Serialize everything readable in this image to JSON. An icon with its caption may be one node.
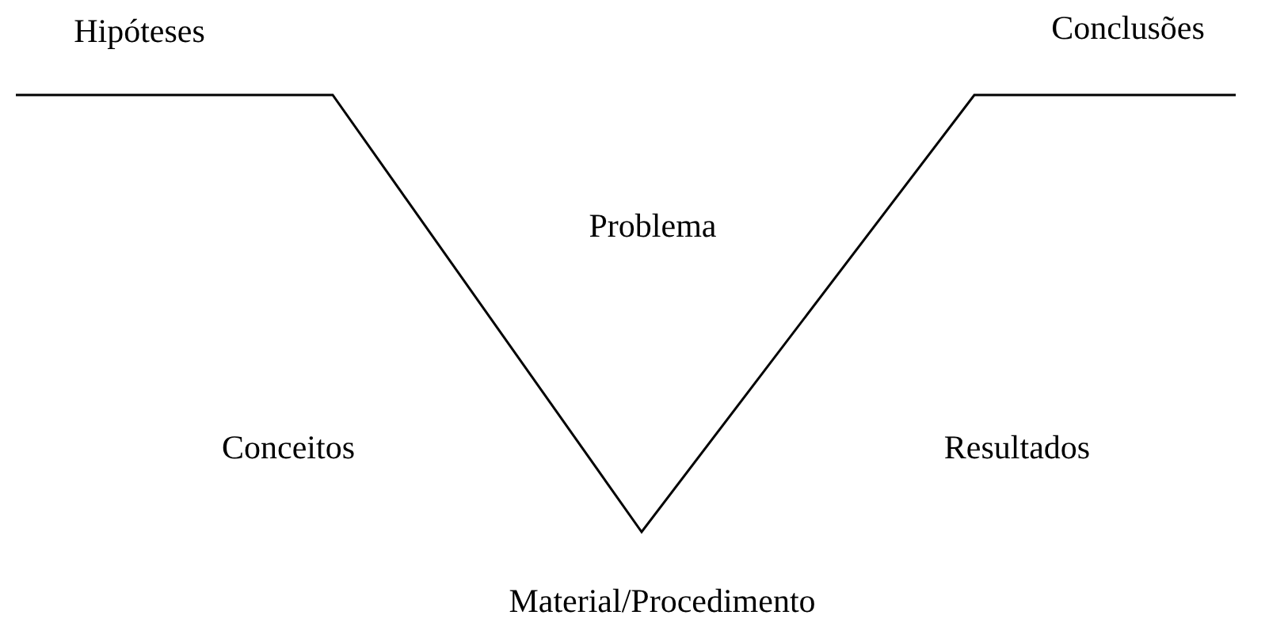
{
  "diagram": {
    "labels": [
      "Hipóteses",
      "Conclusões",
      "Problema",
      "Conceitos",
      "Resultados",
      "Material/Procedimento"
    ]
  }
}
